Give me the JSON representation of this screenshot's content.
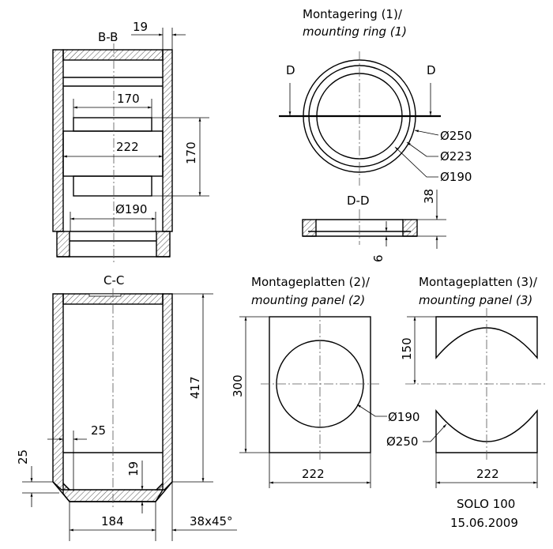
{
  "view_bb": {
    "label": "B-B",
    "dim_wall": "19",
    "dim_inner_width": "170",
    "dim_width": "222",
    "dim_height": "170",
    "dim_diameter": "Ø190"
  },
  "ring": {
    "title_de": "Montagering (1)/",
    "title_en": "mounting ring (1)",
    "cut_left": "D",
    "cut_right": "D",
    "d_outer": "Ø250",
    "d_middle": "Ø223",
    "d_inner": "Ø190"
  },
  "view_dd": {
    "label": "D-D",
    "dim_height": "38",
    "dim_step": "6"
  },
  "view_cc": {
    "label": "C-C",
    "dim_height": "417",
    "dim_offset_h": "25",
    "dim_offset_v": "25",
    "dim_bottom": "19",
    "dim_base": "184",
    "chamfer": "38x45°"
  },
  "panel2": {
    "title_de": "Montageplatten (2)/",
    "title_en": "mounting panel (2)",
    "dim_height": "300",
    "dim_width": "222",
    "d_hole": "Ø190"
  },
  "panel3": {
    "title_de": "Montageplatten (3)/",
    "title_en": "mounting panel (3)",
    "dim_half": "150",
    "dim_width": "222",
    "d_cut": "Ø250"
  },
  "title_block": {
    "model": "SOLO 100",
    "date": "15.06.2009"
  }
}
